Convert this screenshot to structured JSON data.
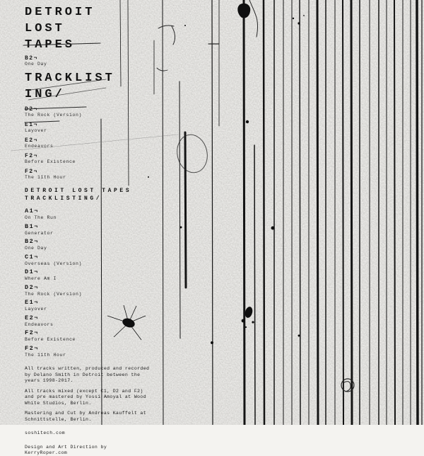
{
  "title": {
    "lines": [
      "DETROIT",
      "LOST",
      "TAPES"
    ]
  },
  "overprint_track": {
    "label": "B2¬",
    "name": "One Day"
  },
  "heading2": {
    "lines": [
      "TRACKLIST",
      "ING/"
    ]
  },
  "overprint_list": [
    {
      "label": "D2¬",
      "name": "The Rock (Version)"
    },
    {
      "label": "E1¬",
      "name": "Layover"
    },
    {
      "label": "E2¬",
      "name": "Endeavors"
    },
    {
      "label": "F2¬",
      "name": "Before Existence"
    },
    {
      "label": "F2¬",
      "name": "The 11th Hour"
    }
  ],
  "list_header": {
    "line1": "DETROIT LOST TAPES",
    "line2": "TRACKLISTING/"
  },
  "tracks": [
    {
      "label": "A1¬",
      "name": "On The Run"
    },
    {
      "label": "B1¬",
      "name": "Generator"
    },
    {
      "label": "B2¬",
      "name": "One Day"
    },
    {
      "label": "C1¬",
      "name": "Overseas (Version)"
    },
    {
      "label": "D1¬",
      "name": "Where Am I"
    },
    {
      "label": "D2¬",
      "name": "The Rock (Version)"
    },
    {
      "label": "E1¬",
      "name": "Layover"
    },
    {
      "label": "E2¬",
      "name": "Endeavors"
    },
    {
      "label": "F2¬",
      "name": "Before Existence"
    },
    {
      "label": "F2¬",
      "name": "The 11th Hour"
    }
  ],
  "credits": [
    "All tracks written, produced and recorded by Delano Smith in Detroit between the years 1998-2017.",
    "All tracks mixed (except C1, D2 and F2) and pre mastered by Yossi Amoyal at Wood White Studios, Berlin.",
    "Mastering and Cut by Andreas Kauffelt at Schnittstelle, Berlin."
  ],
  "website": "soshitech.com",
  "design_credit": {
    "line1": "Design and Art Direction by",
    "line2": "KerryRoper.com"
  },
  "colors": {
    "background": "#f5f4f1",
    "ink": "#141414"
  }
}
